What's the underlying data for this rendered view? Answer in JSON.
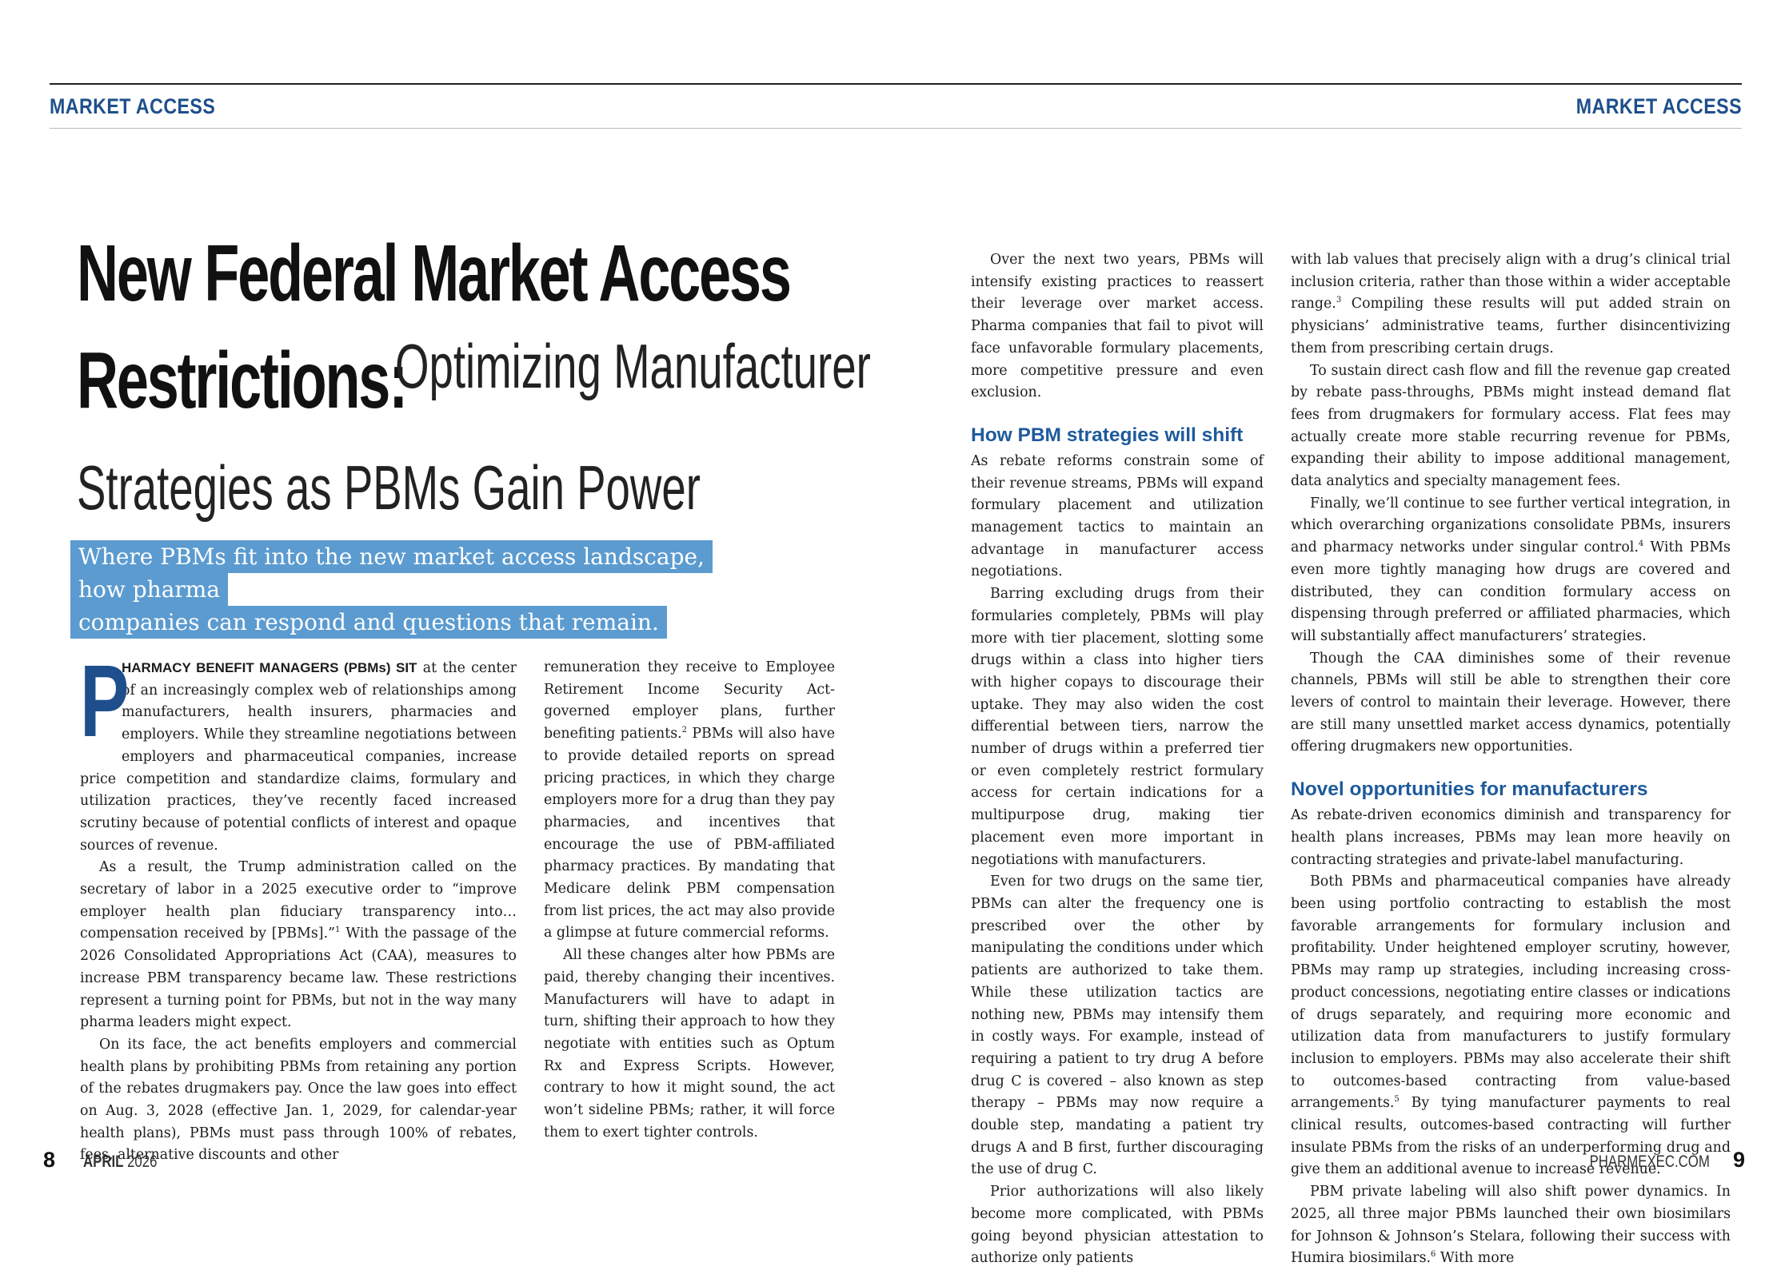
{
  "header": {
    "left_label": "MARKET ACCESS",
    "right_label": "MARKET ACCESS"
  },
  "article": {
    "title_bold": "New Federal Market Access Restrictions:",
    "title_line1": "New Federal Market Access",
    "title_line2_bold": "Restrictions:",
    "title_line2_thin": "Optimizing Manufacturer",
    "title_line3_thin": "Strategies as PBMs Gain Power",
    "deck_line1": "Where PBMs fit into the new market access landscape, how pharma",
    "deck_line2": "companies can respond and questions that remain.",
    "dropcap": "P",
    "leadin": "HARMACY BENEFIT MANAGERS (PBMs) SIT",
    "col1": {
      "p1_rest": " at the center of an increasingly complex web of relationships among manufacturers, health insurers, pharmacies and employers. While they streamline negotiations between employers and pharmaceutical companies, increase price competition and standardize claims, formulary and utilization practices, they’ve recently faced increased scrutiny because of potential conflicts of interest and opaque sources of revenue.",
      "p2": "As a result, the Trump administration called on the secretary of labor in a 2025 executive order to “improve employer health plan fiduciary transparency into…compensation received by [PBMs].”",
      "p2_sup": "1",
      "p2_rest": " With the passage of the 2026 Consolidated Appropriations Act (CAA), measures to increase PBM transparency became law. These restrictions represent a turning point for PBMs, but not in the way many pharma leaders might expect.",
      "p3": "On its face, the act benefits employers and commercial health plans by prohibiting PBMs from retaining any portion of the rebates drugmakers pay. Once the law goes into effect on Aug. 3, 2028 (effective Jan. 1, 2029, for calendar-year health plans), PBMs must pass through 100% of rebates, fees, alternative discounts and other"
    },
    "col2": {
      "p1": "remuneration they receive to Employee Retirement Income Security Act-governed employer plans, further benefiting patients.",
      "p1_sup": "2",
      "p1_rest": " PBMs will also have to provide detailed reports on spread pricing practices, in which they charge employers more for a drug than they pay pharmacies, and incentives that encourage the use of PBM-affiliated pharmacy practices. By mandating that Medicare delink PBM compensation from list prices, the act may also provide a glimpse at future commercial reforms.",
      "p2": "All these changes alter how PBMs are paid, thereby changing their incentives. Manufacturers will have to adapt in turn, shifting their approach to how they negotiate with entities such as Optum Rx and Express Scripts. However, contrary to how it might sound, the act won’t sideline PBMs; rather, it will force them to exert tighter controls."
    },
    "col3": {
      "p1": "Over the next two years, PBMs will intensify existing practices to reassert their leverage over market access. Pharma companies that fail to pivot will face unfavorable formulary placements, more competitive pressure and even exclusion.",
      "h1": "How PBM strategies will shift",
      "p2": "As rebate reforms constrain some of their revenue streams, PBMs will expand formulary placement and utilization management tactics to maintain an advantage in manufacturer access negotiations.",
      "p3": "Barring excluding drugs from their formularies completely, PBMs will play more with tier placement, slotting some drugs within a class into higher tiers with higher copays to discourage their uptake. They may also widen the cost differential between tiers, narrow the number of drugs within a preferred tier or even completely restrict formulary access for certain indications for a multipurpose drug, making tier placement even more important in negotiations with manufacturers.",
      "p4": "Even for two drugs on the same tier, PBMs can alter the frequency one is prescribed over the other by manipulating the conditions under which patients are authorized to take them. While these utilization tactics are nothing new, PBMs may intensify them in costly ways. For example, instead of requiring a patient to try drug A before drug C is covered – also known as step therapy – PBMs may now require a double step, mandating a patient try drugs A and B first, further discouraging the use of drug C.",
      "p5": "Prior authorizations will also likely become more complicated, with PBMs going beyond physician attestation to authorize only patients"
    },
    "col4": {
      "p1": "with lab values that precisely align with a drug’s clinical trial inclusion criteria, rather than those within a wider acceptable range.",
      "p1_sup": "3",
      "p1_rest": " Compiling these results will put added strain on physicians’ administrative teams, further disincentivizing them from prescribing certain drugs.",
      "p2": "To sustain direct cash flow and fill the revenue gap created by rebate pass-throughs, PBMs might instead demand flat fees from drugmakers for formulary access. Flat fees may actually create more stable recurring revenue for PBMs, expanding their ability to impose additional management, data analytics and specialty management fees.",
      "p3": "Finally, we’ll continue to see further vertical integration, in which overarching organizations consolidate PBMs, insurers and pharmacy networks under singular control.",
      "p3_sup": "4",
      "p3_rest": " With PBMs even more tightly managing how drugs are covered and distributed, they can condition formulary access on dispensing through preferred or affiliated pharmacies, which will substantially affect manufacturers’ strategies.",
      "p4": "Though the CAA diminishes some of their revenue channels, PBMs will still be able to strengthen their core levers of control to maintain their leverage. However, there are still many unsettled market access dynamics, potentially offering drugmakers new opportunities.",
      "h1": "Novel opportunities for manufacturers",
      "p5": "As rebate-driven economics diminish and transparency for health plans increases, PBMs may lean more heavily on contracting strategies and private-label manufacturing.",
      "p6": "Both PBMs and pharmaceutical companies have already been using portfolio contracting to establish the most favorable arrangements for formulary inclusion and profitability. Under heightened employer scrutiny, however, PBMs may ramp up strategies, including increasing cross-product concessions, negotiating entire classes or indications of drugs separately, and requiring more economic and utilization data from manufacturers to justify formulary inclusion to employers. PBMs may also accelerate their shift to outcomes-based contracting from value-based arrangements.",
      "p6_sup": "5",
      "p6_rest": " By tying manufacturer payments to real clinical results, outcomes-based contracting will further insulate PBMs from the risks of an underperforming drug and give them an additional avenue to increase revenue.",
      "p7": "PBM private labeling will also shift power dynamics. In 2025, all three major PBMs launched their own biosimilars for Johnson & Johnson’s Stelara, following their success with Humira biosimilars.",
      "p7_sup": "6",
      "p7_rest": " With more"
    }
  },
  "footer": {
    "left_page": "8",
    "left_issue_bold": "APRIL",
    "left_issue_year": "2026",
    "right_site": "PHARMEXEC.COM",
    "right_page": "9"
  }
}
